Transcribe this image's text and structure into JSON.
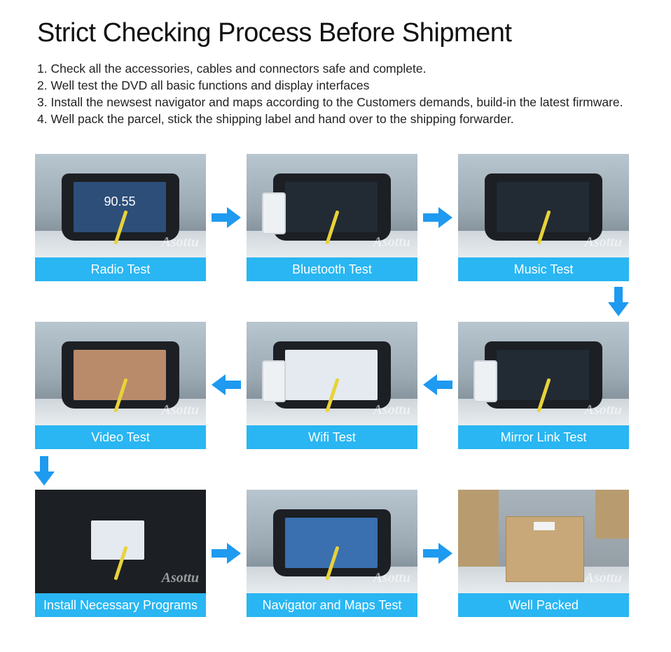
{
  "header": {
    "title": "Strict Checking Process Before Shipment",
    "steps": [
      "1. Check all the accessories, cables and connectors safe and complete.",
      "2. Well test the DVD all basic functions and display interfaces",
      "3. Install the newsest navigator and maps according to the Customers demands, build-in the latest firmware.",
      "4. Well pack the parcel, stick the shipping label and hand over to the shipping forwarder."
    ]
  },
  "tests": [
    {
      "caption": "Radio Test",
      "readout": "90.55"
    },
    {
      "caption": "Bluetooth Test"
    },
    {
      "caption": "Music Test"
    },
    {
      "caption": "Video Test"
    },
    {
      "caption": "Wifi Test"
    },
    {
      "caption": "Mirror Link Test"
    },
    {
      "caption": "Install Necessary Programs"
    },
    {
      "caption": "Navigator and Maps Test"
    },
    {
      "caption": "Well Packed"
    }
  ],
  "watermark": "Asottu",
  "colors": {
    "caption_bg": "#29b6f2",
    "arrow": "#1e9af0"
  },
  "icons": {
    "arrow_right": "arrow-right-icon",
    "arrow_left": "arrow-left-icon",
    "arrow_down": "arrow-down-icon"
  }
}
